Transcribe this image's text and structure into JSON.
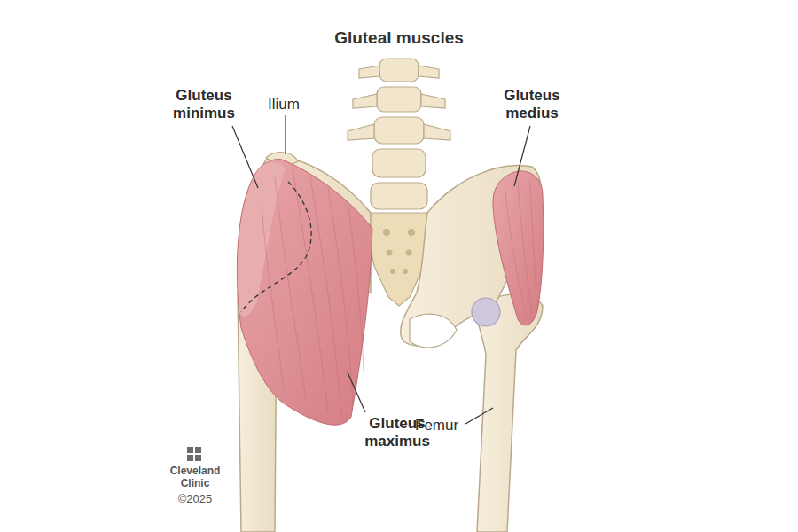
{
  "diagram": {
    "title": "Gluteal muscles",
    "labels": [
      "Gluteus minimus",
      "Ilium",
      "Gluteus medius",
      "Gluteus maximus",
      "Femur",
      "Cleveland Clinic",
      "©2025"
    ]
  }
}
